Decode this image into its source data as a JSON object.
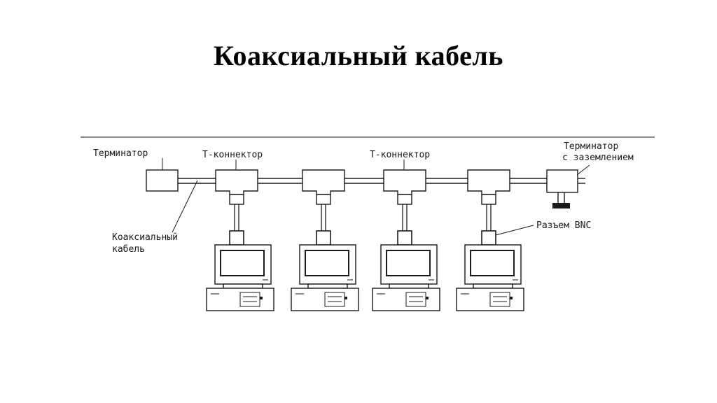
{
  "slide": {
    "title": "Коаксиальный кабель"
  },
  "diagram": {
    "labels": {
      "terminator_left": "Терминатор",
      "t_connector_1": "Т-коннектор",
      "t_connector_2": "Т-коннектор",
      "terminator_right_line1": "Терминатор",
      "terminator_right_line2": "с заземлением",
      "coax_line1": "Коаксиальный",
      "coax_line2": "кабель",
      "bnc": "Разъем BNC"
    },
    "computer_count": 4,
    "colors": {
      "line": "#1a1a1a",
      "background": "#ffffff"
    }
  }
}
